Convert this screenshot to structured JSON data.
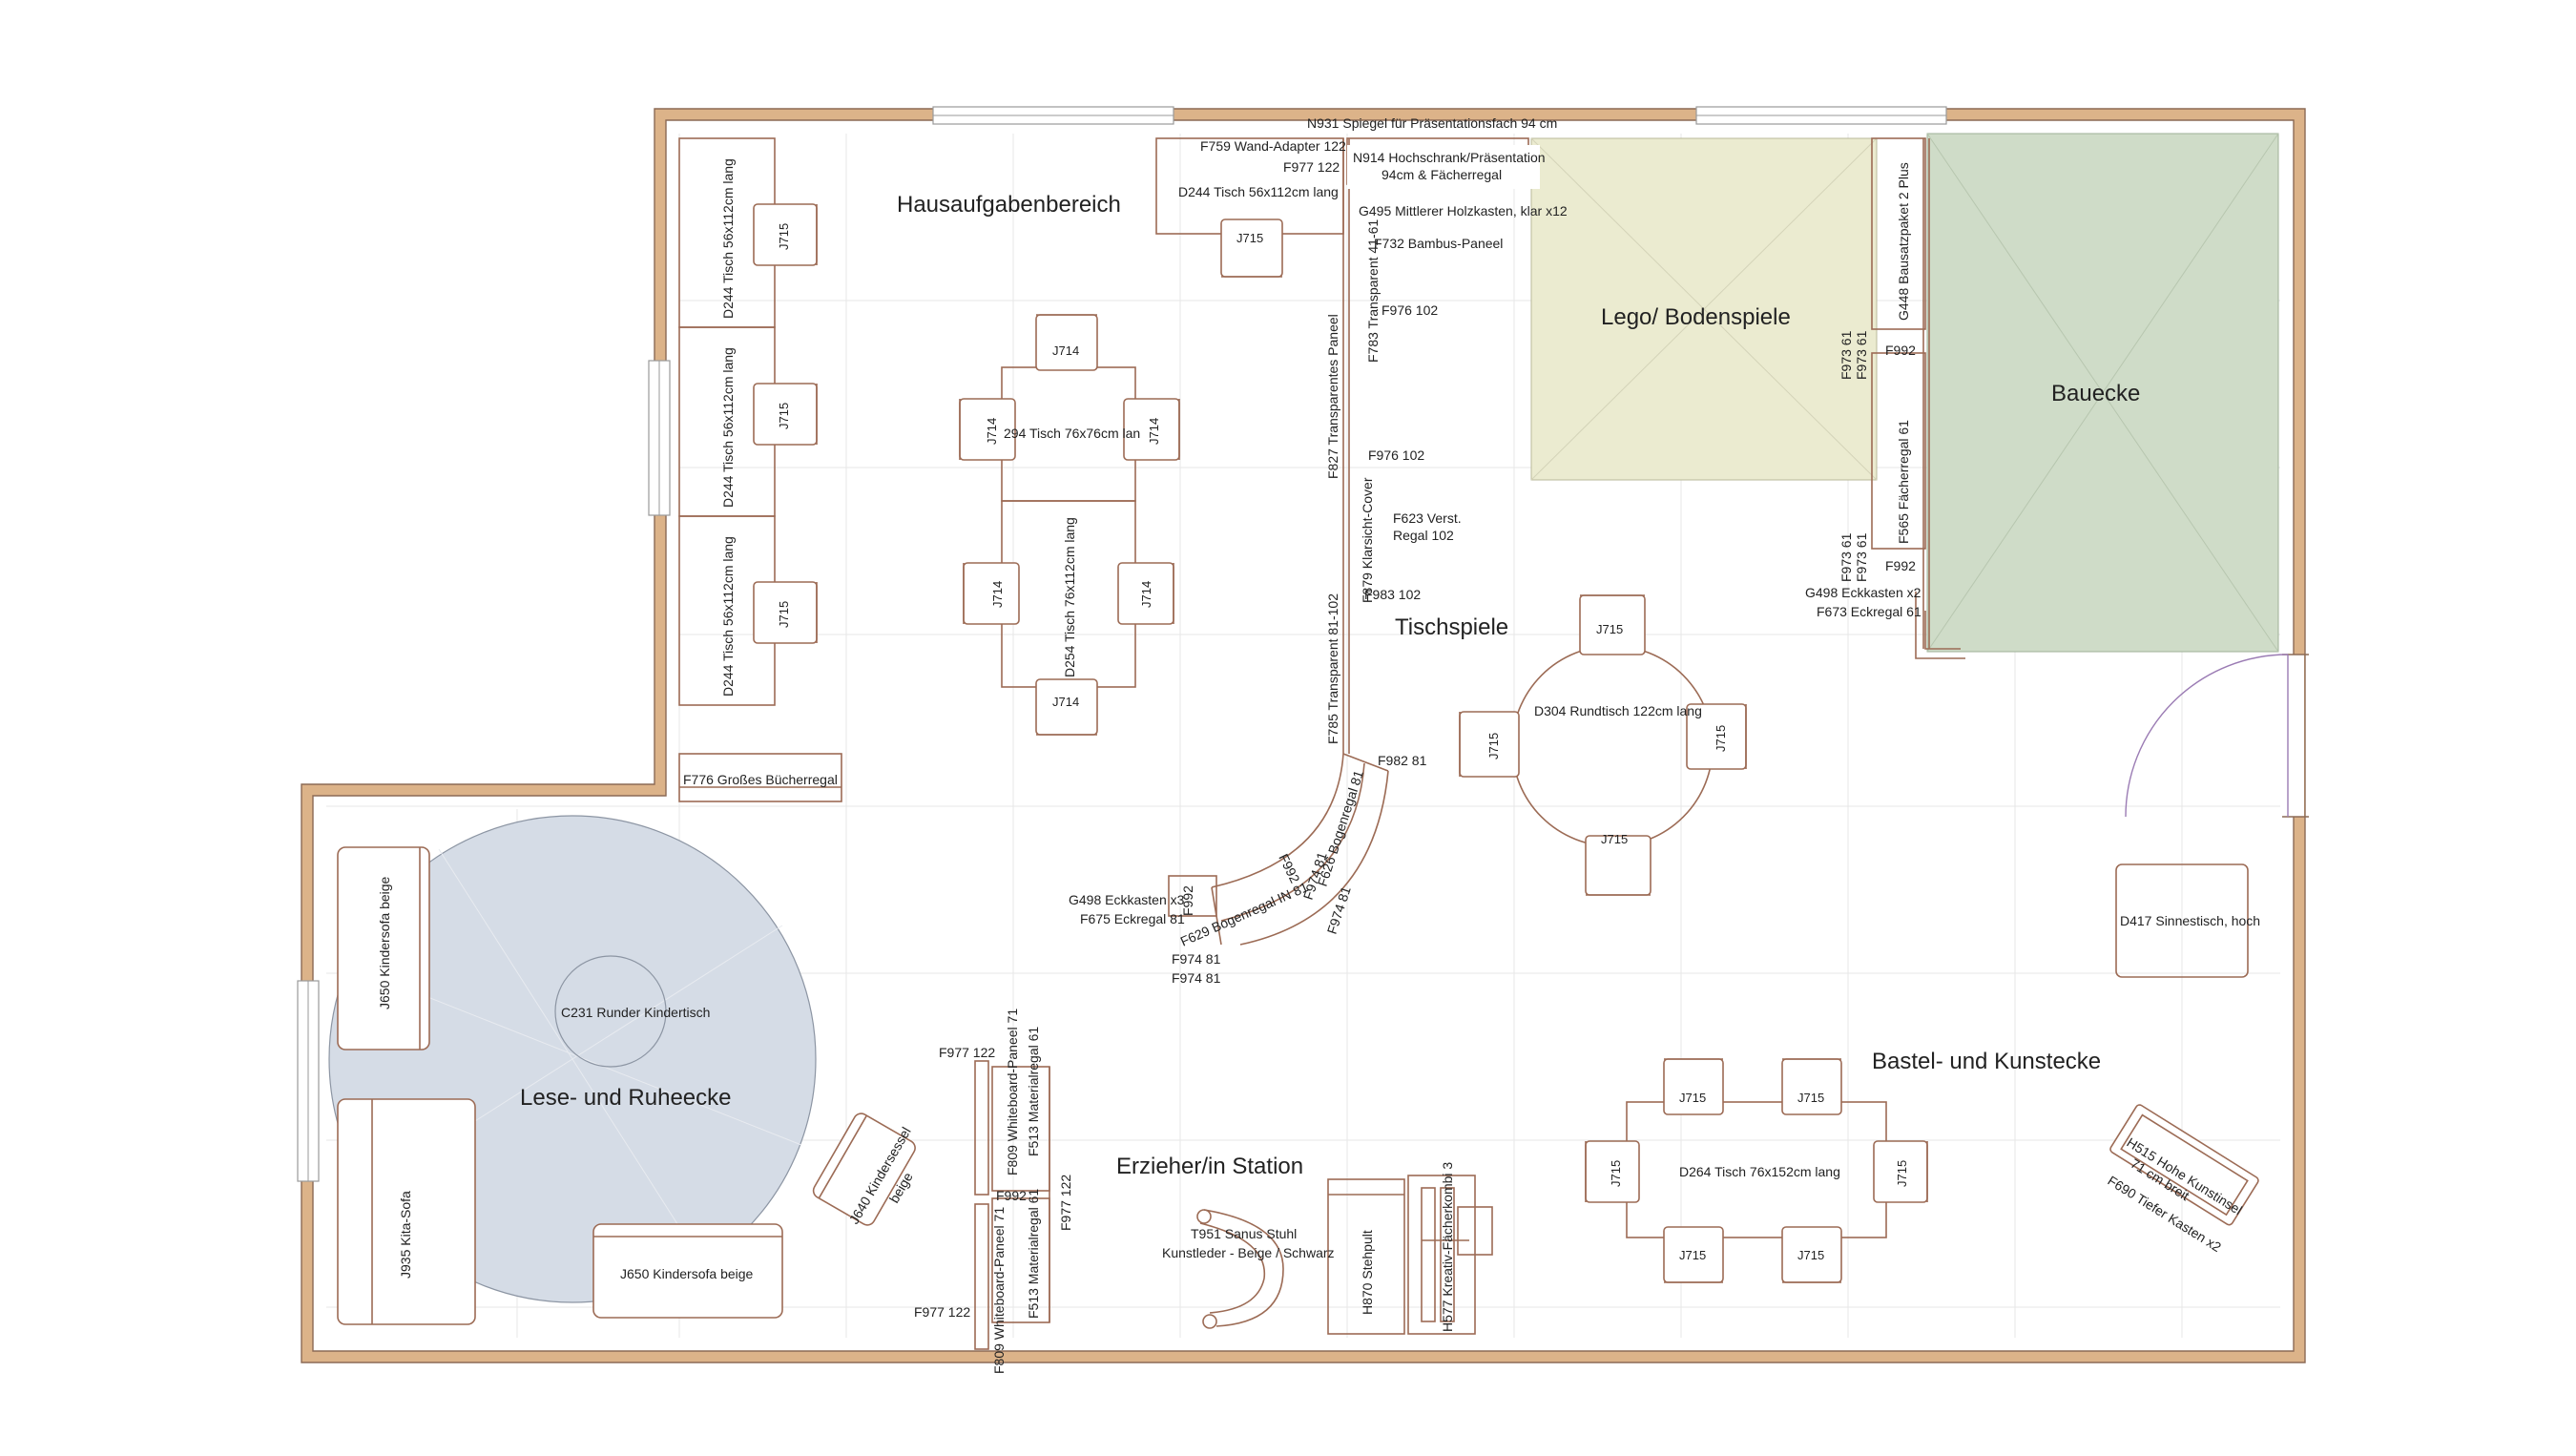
{
  "zones": {
    "hausaufgaben": "Hausaufgabenbereich",
    "lego": "Lego/ Bodenspiele",
    "bauecke": "Bauecke",
    "tischspiele": "Tischspiele",
    "lese": "Lese- und Ruheecke",
    "erzieher": "Erzieher/in Station",
    "bastel": "Bastel- und Kunstecke"
  },
  "labels": {
    "n931": "N931 Spiegel für Präsentationsfach 94 cm",
    "f759": "F759 Wand-Adapter 122",
    "f977_top": "F977 122",
    "n914_a": "N914 Hochschrank/Präsentation",
    "n914_b": "94cm & Fächerregal",
    "d244_top": "D244 Tisch 56x112cm lang",
    "g495": "G495 Mittlerer Holzkasten, klar x12",
    "f732": "F732 Bambus-Paneel",
    "f783": "F783 Transparent 41-61",
    "f976_a": "F976 102",
    "f827": "F827 Transparentes Paneel",
    "f976_b": "F976 102",
    "f879": "F879 Klarsicht-Cover",
    "f623_a": "F623 Verst.",
    "f623_b": "Regal 102",
    "f983": "F983 102",
    "f785": "F785 Transparent 81-102",
    "f982": "F982 81",
    "f626": "F626 Bogenregal 81",
    "f992_a": "F992",
    "f974_a": "F974 81",
    "f974_b": "F974 81",
    "f629": "F629 Bogenregal IN 81",
    "f992_b": "F992",
    "g498_a": "G498 Eckkasten x3",
    "f675": "F675 Eckregal 81",
    "f974_c": "F974 81",
    "f974_d": "F974 81",
    "j714": "J714",
    "j715": "J715",
    "t294": "294 Tisch 76x76cm lan",
    "d254": "D254 Tisch 76x112cm lang",
    "d244_left": "D244 Tisch 56x112cm lang",
    "f776": "F776 Großes Bücherregal",
    "d304": "D304 Rundtisch 122cm lang",
    "g448": "G448 Bausatzpaket 2 Plus",
    "f973": "F973 61",
    "f992": "F992",
    "f565": "F565 Fächerregal 61",
    "g498_b": "G498 Eckkasten x2",
    "f673": "F673 Eckregal 61",
    "d417": "D417 Sinnestisch, hoch",
    "j650_a": "J650 Kindersofa beige",
    "c231": "C231 Runder Kindertisch",
    "j640_a": "J640 Kindersessel",
    "j640_b": "beige",
    "j935": "J935 Kita-Sofa",
    "j650_b": "J650 Kindersofa beige",
    "f977_a": "F977 122",
    "f809_a": "F809 Whiteboard-Paneel 71",
    "f513_a": "F513 Materialregal 61",
    "f992_c": "F992",
    "f513_b": "F513 Materialregal 61",
    "f977_b": "F977 122",
    "f809_b": "F809 Whiteboard-Paneel 71",
    "f977_c": "F977 122",
    "t951_a": "T951 Sanus Stuhl",
    "t951_b": "Kunstleder - Beige / Schwarz",
    "h870": "H870 Stehpult",
    "h577": "H577 Kreativ-Fächerkombi 3",
    "d264": "D264 Tisch 76x152cm lang",
    "h515_a": "H515 Hohe Kunstinsel",
    "h515_b": "71 cm breit",
    "f690": "F690 Tiefer Kasten x2"
  },
  "colors": {
    "wall": "#dcb389",
    "wall_edge": "#8b6a55",
    "lego_area": "#ebebd0",
    "bau_area": "#cfdcc8",
    "lese_area": "#d5dce6",
    "furniture": "#9c6b55"
  }
}
